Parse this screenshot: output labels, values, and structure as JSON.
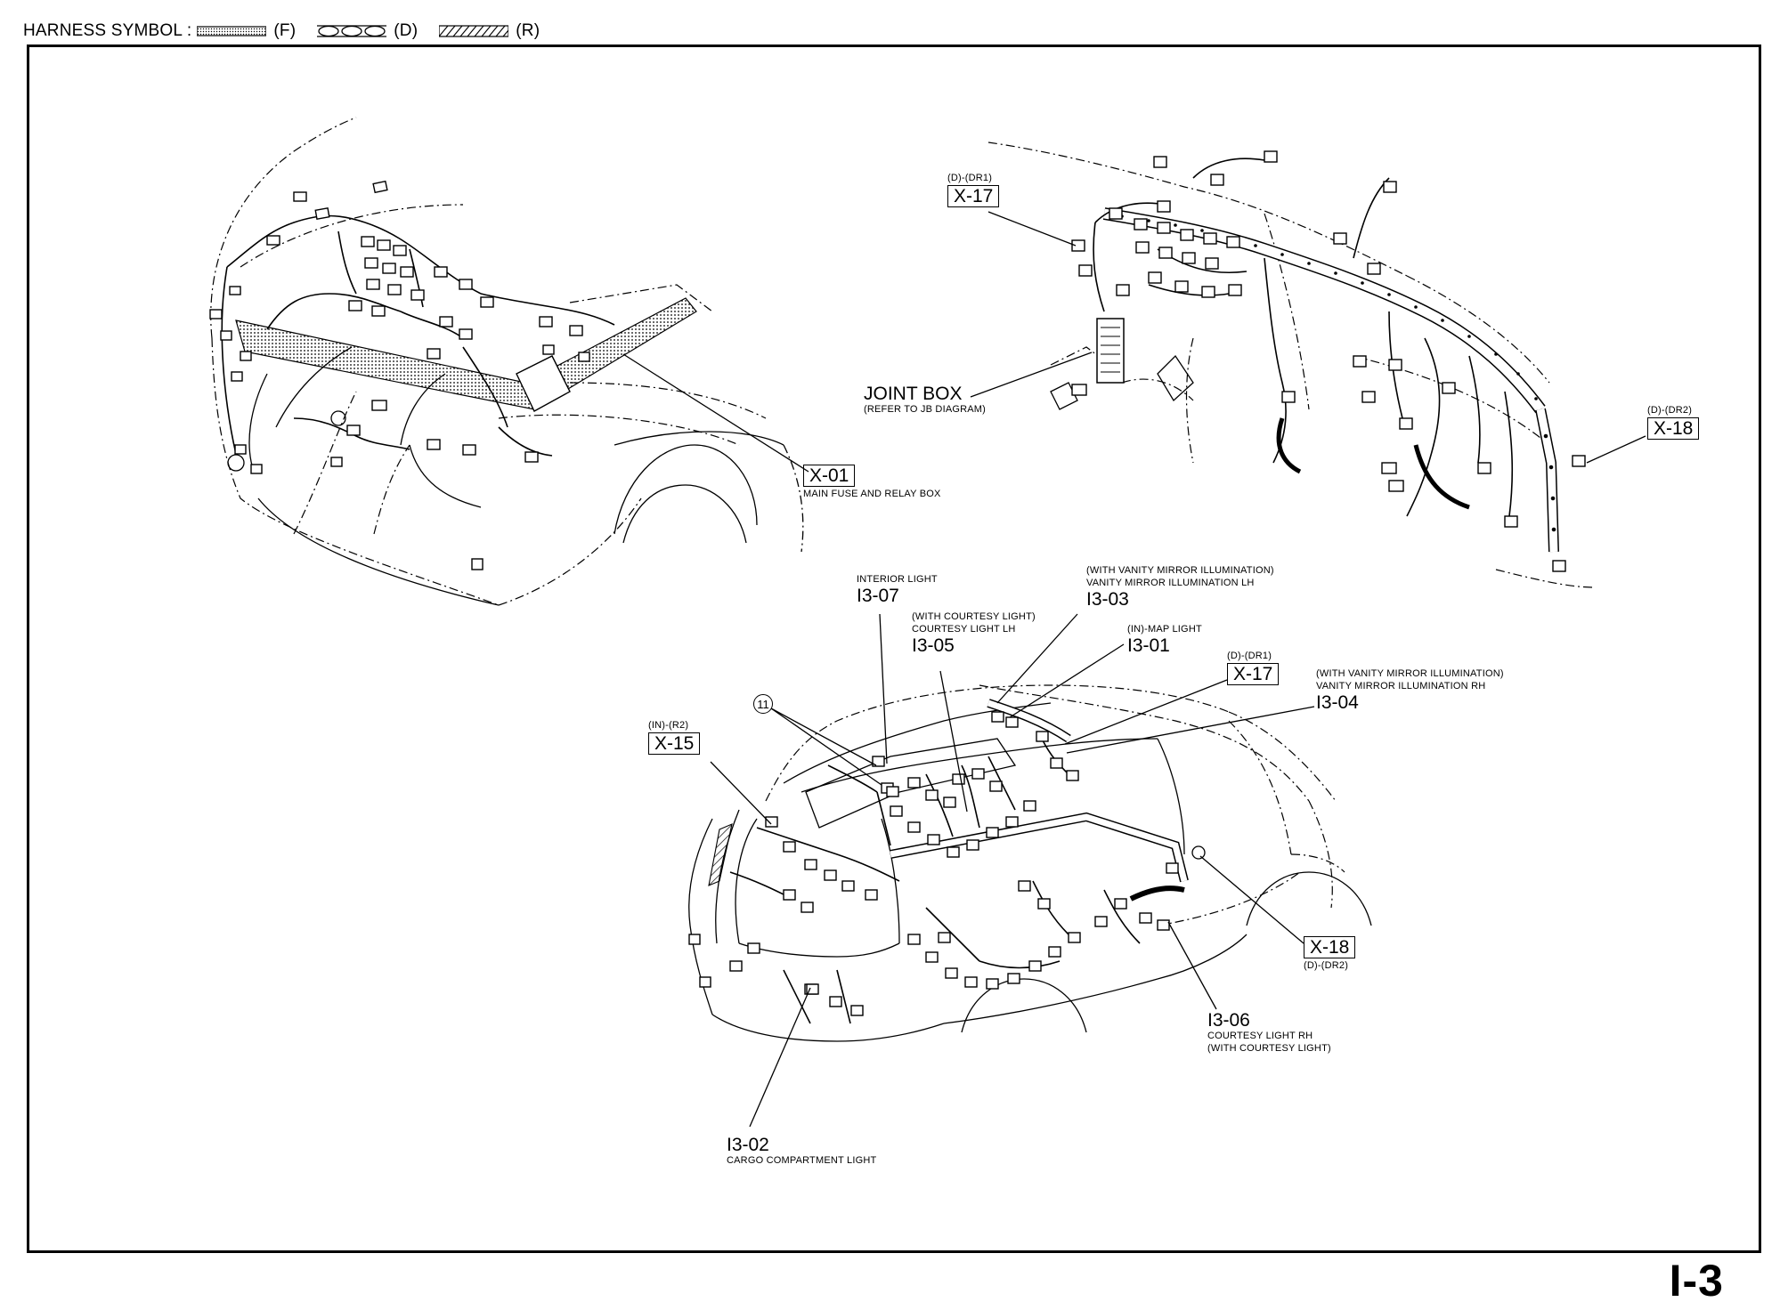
{
  "header": {
    "prefix": "HARNESS SYMBOL :",
    "symbols": [
      {
        "label": "(F)",
        "pattern": "dotted"
      },
      {
        "label": "(D)",
        "pattern": "rings"
      },
      {
        "label": "(R)",
        "pattern": "hatched"
      }
    ]
  },
  "labels": {
    "x01_code": "X-01",
    "x01_desc": "MAIN FUSE AND RELAY BOX",
    "top_x17_cond": "(D)-(DR1)",
    "top_x17_code": "X-17",
    "joint_box": "JOINT BOX",
    "joint_box_ref": "(REFER TO JB DIAGRAM)",
    "top_x18_cond": "(D)-(DR2)",
    "top_x18_code": "X-18",
    "i307_desc": "INTERIOR LIGHT",
    "i307_code": "I3-07",
    "i303_cond": "(WITH VANITY MIRROR ILLUMINATION)",
    "i303_desc": "VANITY MIRROR ILLUMINATION LH",
    "i303_code": "I3-03",
    "i305_cond": "(WITH COURTESY LIGHT)",
    "i305_desc": "COURTESY LIGHT LH",
    "i305_code": "I3-05",
    "i301_desc": "(IN)-MAP LIGHT",
    "i301_code": "I3-01",
    "bot_x17_cond": "(D)-(DR1)",
    "bot_x17_code": "X-17",
    "i304_cond": "(WITH VANITY MIRROR ILLUMINATION)",
    "i304_desc": "VANITY MIRROR ILLUMINATION RH",
    "i304_code": "I3-04",
    "callout_11": "11",
    "x15_cond": "(IN)-(R2)",
    "x15_code": "X-15",
    "bot_x18_code": "X-18",
    "bot_x18_cond": "(D)-(DR2)",
    "i306_code": "I3-06",
    "i306_desc": "COURTESY LIGHT RH",
    "i306_cond": "(WITH COURTESY LIGHT)",
    "i302_code": "I3-02",
    "i302_desc": "CARGO COMPARTMENT LIGHT"
  },
  "page_number": "I-3"
}
